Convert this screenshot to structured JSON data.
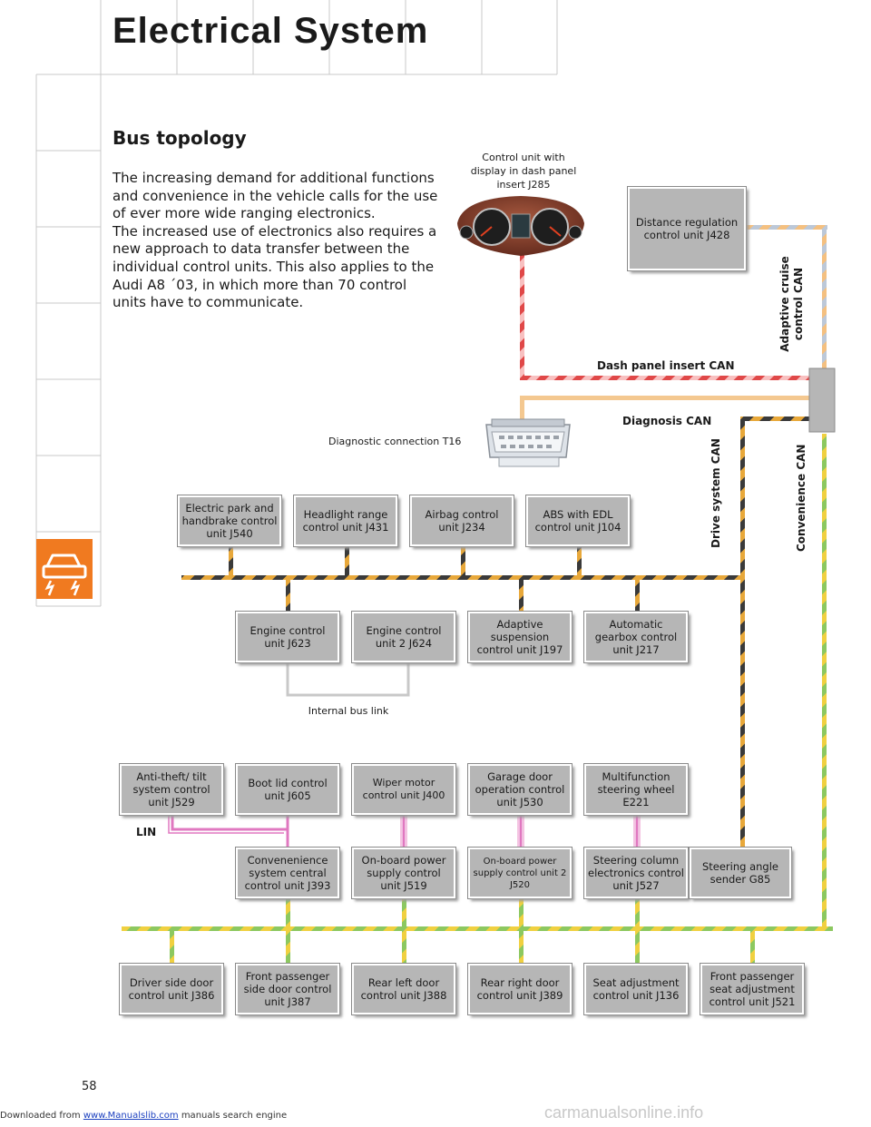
{
  "header": {
    "title": "Electrical System"
  },
  "section": {
    "heading": "Bus topology",
    "intro": "The increasing demand for additional functions and convenience in the vehicle calls for the use of ever more wide ranging electronics.\nThe increased use of electronics also requires a new approach to data transfer between the individual control units. This also applies to the Audi A8 ´03, in which more than 70 control units have to communicate."
  },
  "labels": {
    "dash_unit": "Control unit with display in dash panel insert J285",
    "diag_conn": "Diagnostic connection T16",
    "internal_link": "Internal bus link",
    "lin": "LIN"
  },
  "buses": {
    "dash": "Dash panel insert CAN",
    "diag": "Diagnosis CAN",
    "acc": "Adaptive cruise control CAN",
    "drive": "Drive system CAN",
    "conv": "Convenience CAN"
  },
  "units": {
    "j428": "Distance regulation control unit J428",
    "j540": "Electric park and handbrake control unit J540",
    "j431": "Headlight range control unit J431",
    "j234": "Airbag control unit J234",
    "j104": "ABS with EDL control unit J104",
    "j623": "Engine control unit J623",
    "j624": "Engine control unit 2 J624",
    "j197": "Adaptive suspension control unit J197",
    "j217": "Automatic gearbox control unit J217",
    "j529": "Anti-theft/ tilt system control unit J529",
    "j605": "Boot lid control unit J605",
    "j400": "Wiper motor control unit J400",
    "j530": "Garage door operation control unit J530",
    "e221": "Multifunction steering wheel E221",
    "j393": "Convenenience system central control unit J393",
    "j519": "On-board power supply control unit J519",
    "j520": "On-board power supply control unit 2 J520",
    "j527": "Steering column electronics control unit J527",
    "g85": "Steering angle sender G85",
    "j386": "Driver side door control unit J386",
    "j387": "Front passenger side door control unit J387",
    "j388": "Rear left door control unit J388",
    "j389": "Rear right door control unit J389",
    "j136": "Seat adjustment control unit J136",
    "j521": "Front passenger seat adjustment control unit J521"
  },
  "page": {
    "number": "58"
  },
  "footer": {
    "prefix": "Downloaded from ",
    "link": "www.Manualslib.com",
    "suffix": " manuals search engine",
    "watermark": "carmanualsonline.info"
  },
  "colors": {
    "drive_can": [
      "#e8a83a",
      "#3a3a3a"
    ],
    "convenience_can": [
      "#f0d040",
      "#8cc860"
    ],
    "dash_can": [
      "#e04848",
      "#f8c0c0"
    ],
    "diag_can": "#f4c890",
    "acc_can": [
      "#f4c080",
      "#bcc8d8"
    ],
    "lin": "#e078c0",
    "sidebar_tab": "#f07a20"
  }
}
